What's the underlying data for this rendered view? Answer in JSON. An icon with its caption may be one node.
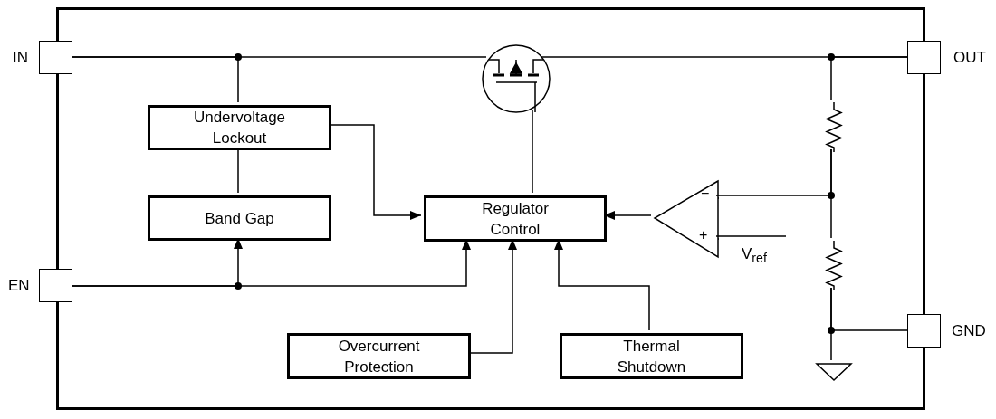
{
  "diagram": {
    "nodes": [
      {
        "text": [],
        "shape": "box"
      },
      {
        "text": [
          "IN"
        ]
      },
      {
        "text": [
          "OUT"
        ]
      },
      {
        "text": [],
        "shape": "transistor",
        "in": 0
      },
      {
        "text": [
          "Undervoltage Lockout"
        ],
        "in": 0
      },
      {
        "text": [],
        "shape": "resistor",
        "in": 0
      },
      {
        "text": [
          "Band Gap"
        ],
        "in": 0
      },
      {
        "text": [
          "Regulator Control"
        ],
        "in": 0
      },
      {
        "text": [
          "−",
          "+"
        ],
        "in": 0
      },
      {
        "text": [
          "EN"
        ]
      },
      {
        "text": [
          "V$_{ref}$"
        ],
        "in": 0
      },
      {
        "text": [],
        "shape": "resistor",
        "in": 0
      },
      {
        "text": [
          "GND"
        ]
      },
      {
        "text": [
          "Overcurrent Protection"
        ],
        "in": 0
      },
      {
        "text": [
          "Thermal Shutdown"
        ],
        "in": 0
      },
      {
        "text": [],
        "shape": "ground",
        "in": 0
      }
    ],
    "edges": [
      {
        "from": 1,
        "to": 3,
        "arrow": "none"
      },
      {
        "from": 1,
        "to": 4,
        "arrow": "none"
      },
      {
        "from": 3,
        "to": 2,
        "arrow": "none"
      },
      {
        "from": 2,
        "to": 5,
        "arrow": "none"
      },
      {
        "from": 4,
        "to": 6,
        "arrow": "none"
      },
      {
        "from": 4,
        "to": 7,
        "arrow": "to"
      },
      {
        "from": 7,
        "to": 3,
        "arrow": "none"
      },
      {
        "from": 8,
        "to": 7,
        "arrow": "to"
      },
      {
        "from": 5,
        "to": 8,
        "arrow": "none"
      },
      {
        "from": 5,
        "to": 11,
        "arrow": "none"
      },
      {
        "from": 9,
        "to": 6,
        "arrow": "to"
      },
      {
        "from": 9,
        "to": 7,
        "arrow": "to"
      },
      {
        "from": 8,
        "to": 10,
        "arrow": "none"
      },
      {
        "from": 11,
        "to": 12,
        "arrow": "none"
      },
      {
        "from": 11,
        "to": 15,
        "arrow": "none"
      },
      {
        "from": 13,
        "to": 7,
        "arrow": "to"
      },
      {
        "from": 14,
        "to": 7,
        "arrow": "to"
      }
    ]
  }
}
